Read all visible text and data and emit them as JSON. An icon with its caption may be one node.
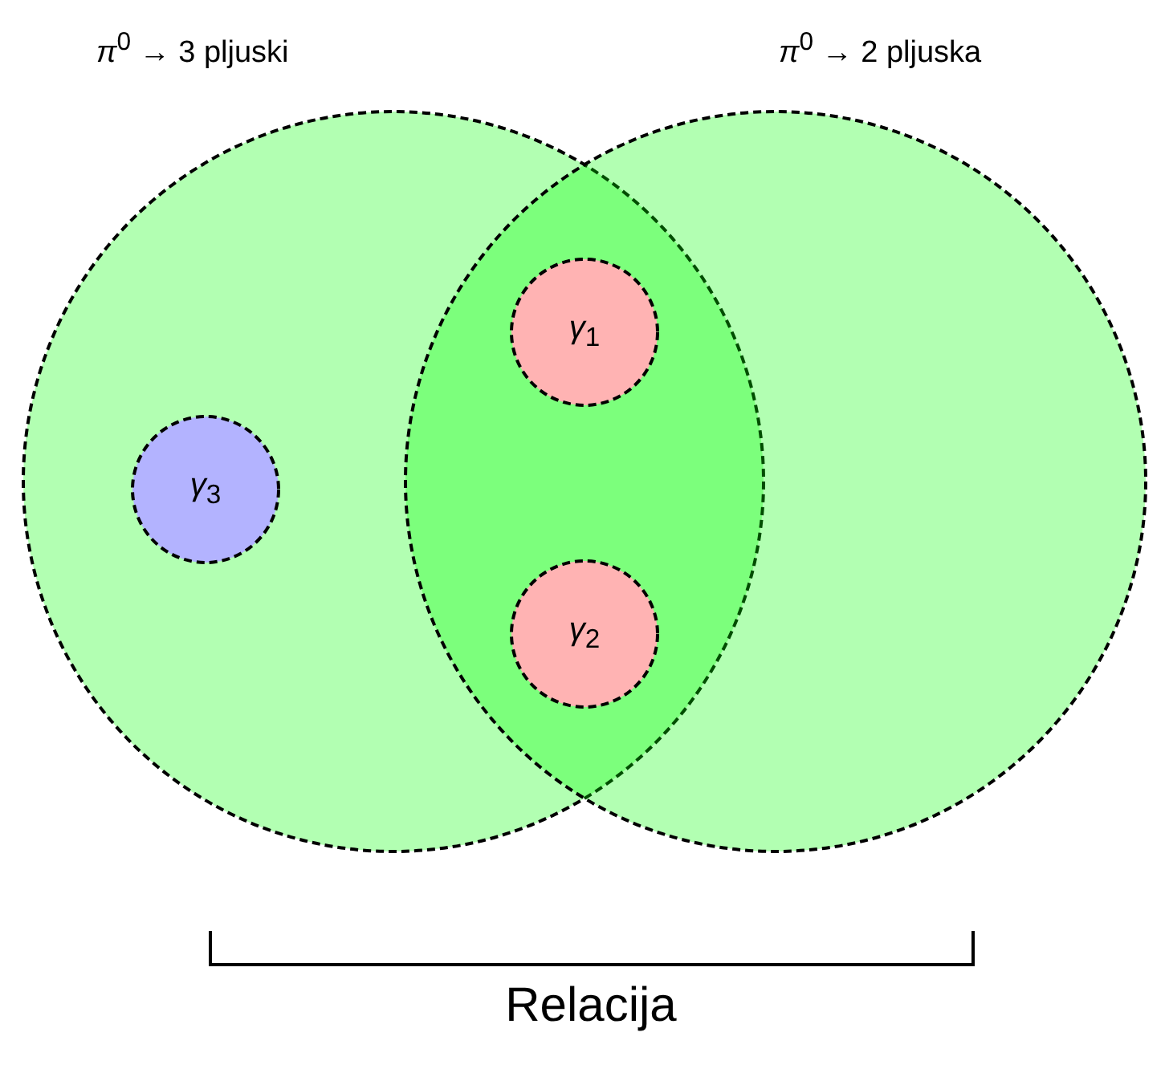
{
  "diagram": {
    "nodes": [
      {
        "text": [
          "*π*$^{0}$ → 3 pljuski"
        ]
      },
      {
        "text": [
          "*π*$^{0}$ → 2 pljuska"
        ]
      },
      {
        "text": [
          "*γ*$_{1}$"
        ]
      },
      {
        "text": [
          "*γ*$_{2}$"
        ]
      },
      {
        "text": [
          "*γ*$_{3}$"
        ],
        "in": 0
      }
    ],
    "labels": [
      "Relacija"
    ]
  }
}
